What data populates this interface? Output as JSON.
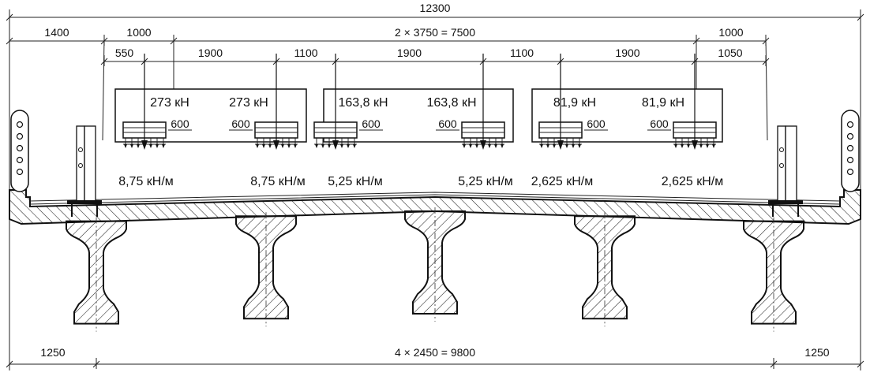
{
  "dimensions": {
    "overall": "12300",
    "row2": [
      "1400",
      "1000",
      "2 × 3750 = 7500",
      "1000"
    ],
    "row3": [
      "550",
      "1900",
      "1100",
      "1900",
      "1100",
      "1900",
      "1050"
    ],
    "bottom": [
      "1250",
      "4 × 2450 = 9800",
      "1250"
    ]
  },
  "loads": {
    "axle": [
      "273 кН",
      "273 кН",
      "163,8 кН",
      "163,8 кН",
      "81,9 кН",
      "81,9 кН"
    ],
    "wheel_width": [
      "600",
      "600",
      "600",
      "600",
      "600",
      "600"
    ],
    "distributed": [
      "8,75 кН/м",
      "8,75 кН/м",
      "5,25 кН/м",
      "5,25 кН/м",
      "2,625 кН/м",
      "2,625 кН/м"
    ]
  }
}
